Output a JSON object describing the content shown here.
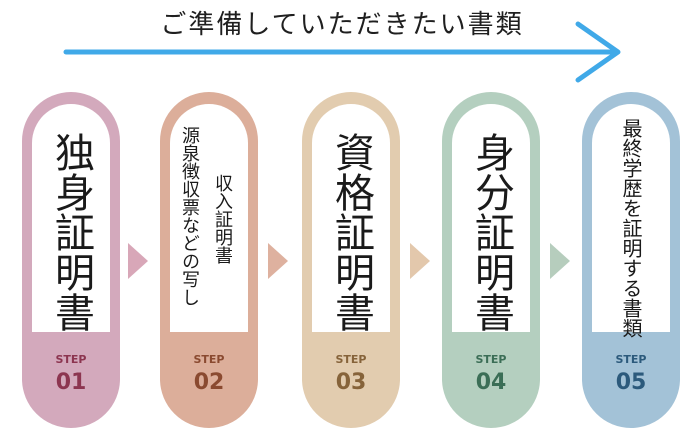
{
  "title": "ご準備していただきたい書類",
  "step_prefix": "STEP",
  "steps": [
    {
      "number": "01",
      "main_text": "独身証明書",
      "color": "#d3a9bc",
      "label_color": "#8c3550"
    },
    {
      "number": "02",
      "main_text": "源泉徴収票などの写し",
      "sub_text": "収入証明書",
      "color": "#dcae9a",
      "label_color": "#8a4a30"
    },
    {
      "number": "03",
      "main_text": "資格証明書",
      "color": "#e2ccaf",
      "label_color": "#86633a"
    },
    {
      "number": "04",
      "main_text": "身分証明書",
      "color": "#b4cfbf",
      "label_color": "#3b6e56"
    },
    {
      "number": "05",
      "main_text": "最終学歴を証明する書類",
      "color": "#a3c2d7",
      "label_color": "#2c5a7c"
    }
  ],
  "colors": {
    "arrow": "#40a9e8",
    "chevron_1": "#d8a7b8",
    "chevron_2": "#deb19f",
    "chevron_3": "#e3c8ac",
    "chevron_4": "#b6cdbd"
  }
}
